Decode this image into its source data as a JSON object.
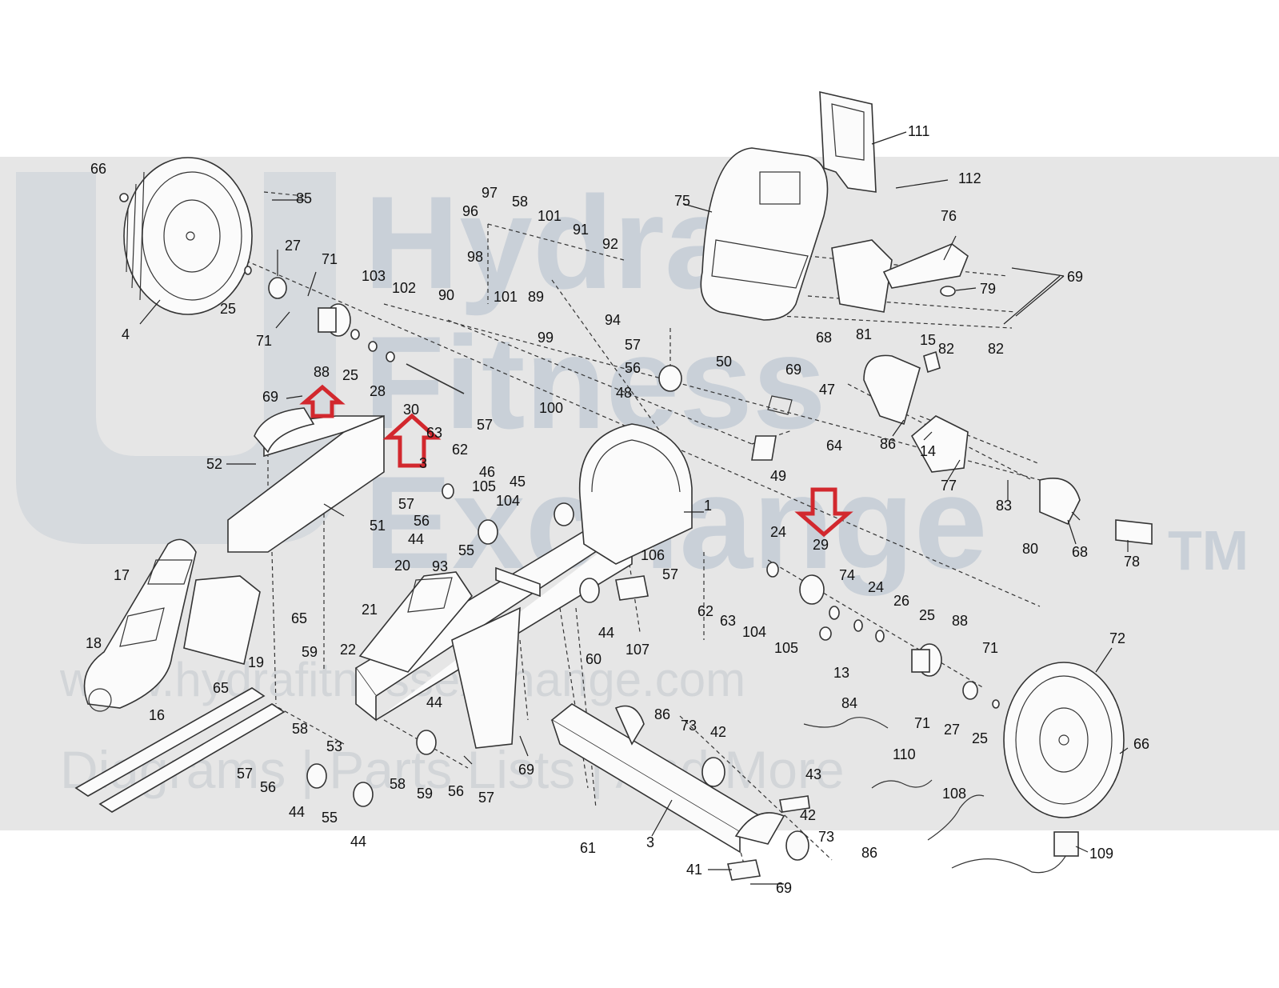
{
  "watermark": {
    "brand_line1": "Hydra",
    "brand_line2": "Fitness",
    "brand_line3": "Exchange",
    "trademark": "TM",
    "url": "www.hydrafitnessexchange.com",
    "tagline": "Diagrams | Parts Lists | And More"
  },
  "colors": {
    "watermark_band": "#e6e6e6",
    "watermark_text": "#b7c2cf",
    "highlight_arrow": "#d2282e",
    "linework": "#333333"
  },
  "highlight_arrows": [
    {
      "target_part": "88",
      "direction": "up"
    },
    {
      "target_part": "30",
      "direction": "up"
    },
    {
      "target_part": "29",
      "direction": "down"
    }
  ],
  "callouts": [
    "66",
    "85",
    "4",
    "27",
    "25",
    "71",
    "71",
    "88",
    "25",
    "28",
    "30",
    "69",
    "52",
    "51",
    "103",
    "102",
    "90",
    "97",
    "96",
    "58",
    "101",
    "91",
    "92",
    "98",
    "101",
    "89",
    "94",
    "99",
    "100",
    "57",
    "56",
    "48",
    "75",
    "111",
    "112",
    "76",
    "69",
    "79",
    "68",
    "81",
    "15",
    "82",
    "82",
    "86",
    "14",
    "77",
    "83",
    "80",
    "68",
    "78",
    "50",
    "69",
    "47",
    "64",
    "49",
    "1",
    "63",
    "62",
    "57",
    "46",
    "45",
    "3",
    "105",
    "104",
    "57",
    "56",
    "44",
    "55",
    "93",
    "20",
    "21",
    "22",
    "17",
    "18",
    "19",
    "65",
    "65",
    "16",
    "59",
    "58",
    "53",
    "57",
    "56",
    "44",
    "55",
    "44",
    "58",
    "59",
    "56",
    "57",
    "44",
    "69",
    "106",
    "57",
    "107",
    "60",
    "44",
    "24",
    "29",
    "74",
    "24",
    "26",
    "25",
    "88",
    "62",
    "63",
    "104",
    "105",
    "13",
    "71",
    "71",
    "27",
    "25",
    "72",
    "66",
    "84",
    "86",
    "73",
    "42",
    "43",
    "42",
    "73",
    "86",
    "110",
    "108",
    "109",
    "41",
    "69",
    "3",
    "61"
  ]
}
